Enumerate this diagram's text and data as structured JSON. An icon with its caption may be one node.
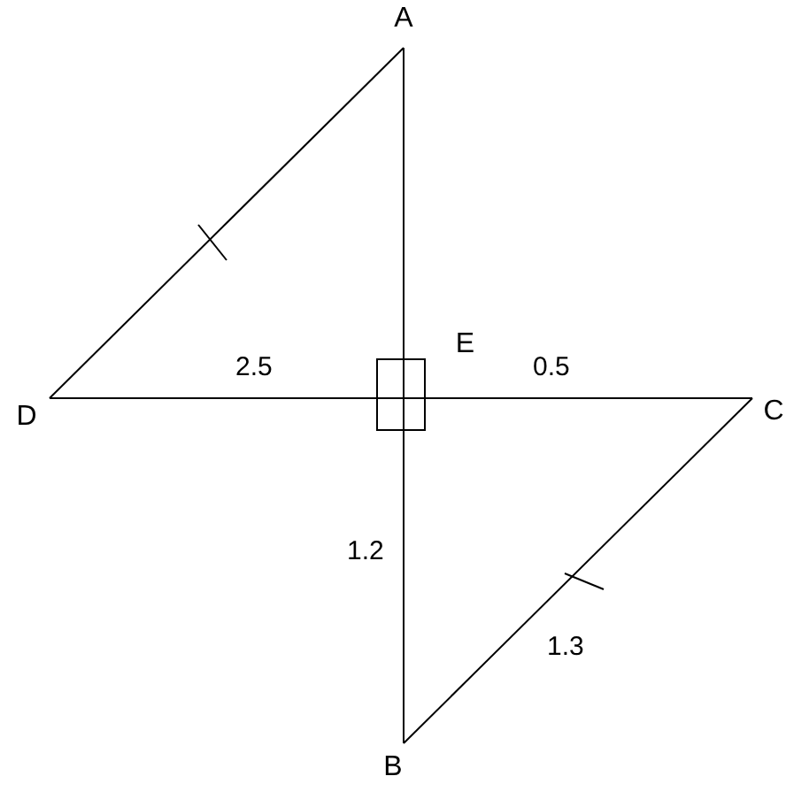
{
  "diagram": {
    "nodes": [
      {
        "text": [
          "A"
        ]
      },
      {
        "text": [
          "D"
        ]
      },
      {
        "text": [
          "E"
        ]
      },
      {
        "text": [
          "C"
        ]
      },
      {
        "text": [
          "B"
        ]
      }
    ],
    "edges": [
      {
        "from": 0,
        "to": 1,
        "arrow": "none"
      },
      {
        "from": 1,
        "to": 2,
        "arrow": "none",
        "label": "2.5"
      },
      {
        "from": 2,
        "to": 3,
        "arrow": "none",
        "label": "0.5"
      },
      {
        "from": 0,
        "to": 2,
        "arrow": "none"
      },
      {
        "from": 2,
        "to": 4,
        "arrow": "none",
        "label": "1.2"
      },
      {
        "from": 4,
        "to": 3,
        "arrow": "none",
        "label": "1.3"
      }
    ]
  }
}
